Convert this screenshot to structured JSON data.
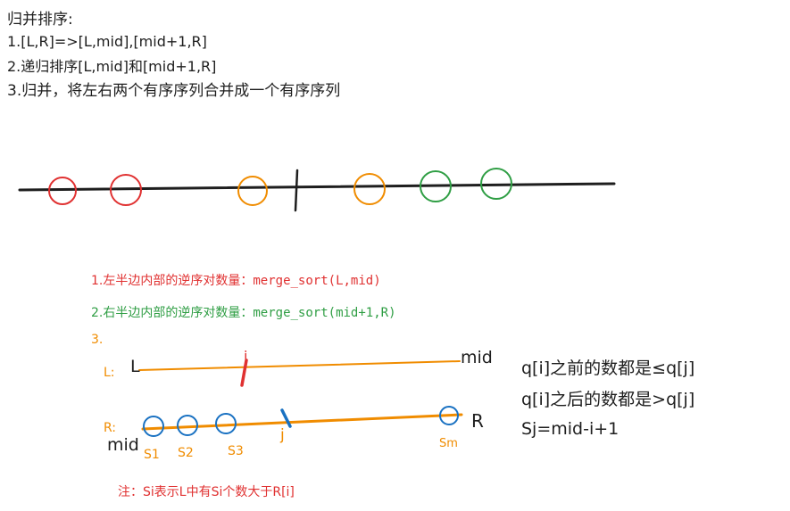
{
  "header": {
    "title": "归并排序:",
    "step1": "1.[L,R]=>[L,mid],[mid+1,R]",
    "step2": "2.递归排序[L,mid]和[mid+1,R]",
    "step3": "3.归并，将左右两个有序序列合并成一个有序序列"
  },
  "counts": {
    "item1": "1.左半边内部的逆序对数量：",
    "item1_code": "merge_sort(L,mid)",
    "item2": "2.右半边内部的逆序对数量：",
    "item2_code": "merge_sort(mid+1,R)",
    "item3": "3."
  },
  "left_segment": {
    "label": "L:",
    "start": "L",
    "end": "mid",
    "pointer": "i"
  },
  "right_segment": {
    "label": "R:",
    "start": "mid",
    "end": "R",
    "pointer": "j",
    "marks": [
      "S1",
      "S2",
      "S3",
      "Sm"
    ]
  },
  "notes": {
    "line1": "q[i]之前的数都是≤q[j]",
    "line2": "q[i]之后的数都是>q[j]",
    "line3": "Sj=mid-i+1"
  },
  "footnote": "注：Si表示L中有Si个数大于R[i]",
  "colors": {
    "red": "#e03131",
    "green": "#2f9e44",
    "orange": "#f08c00",
    "blue": "#1971c2",
    "ink": "#1e1e1e"
  }
}
